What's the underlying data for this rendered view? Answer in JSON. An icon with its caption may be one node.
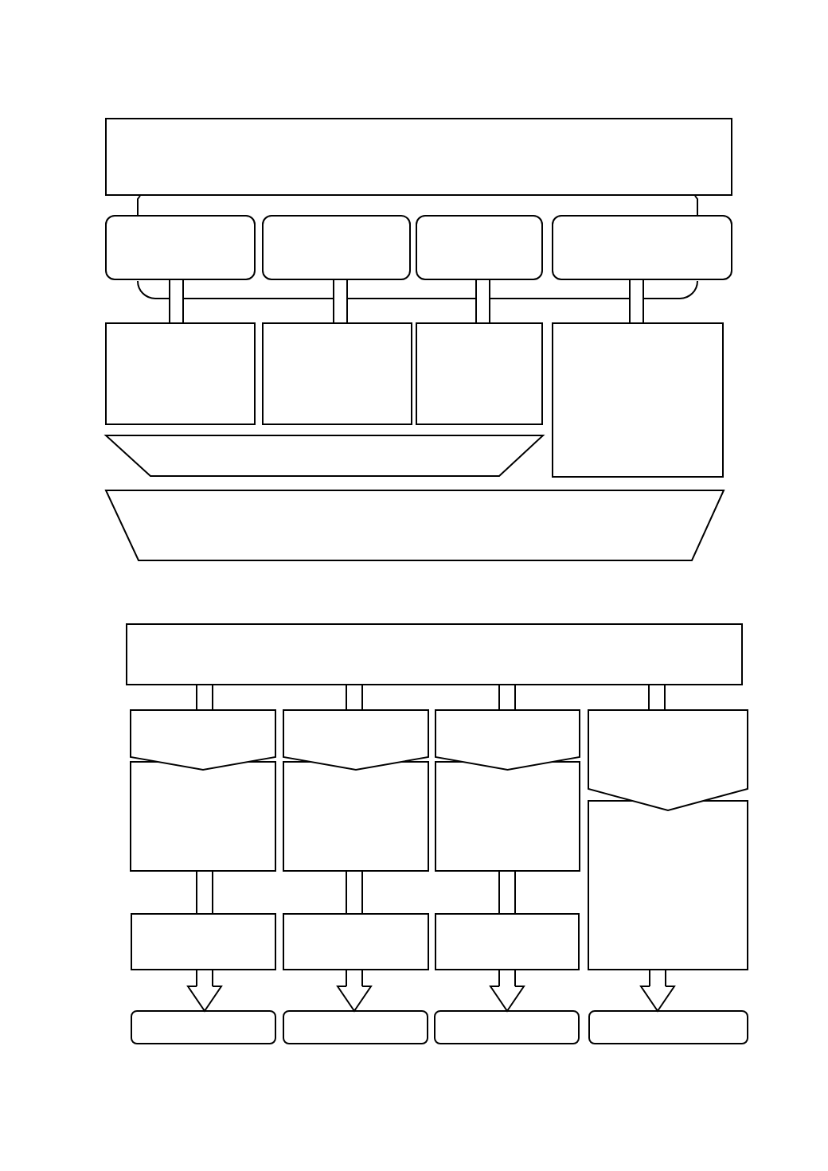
{
  "diagram": {
    "nodes": [
      {
        "text": [],
        "shape": "box"
      },
      {
        "text": [],
        "shape": "box"
      },
      {
        "text": [],
        "shape": "box"
      },
      {
        "text": [],
        "shape": "box"
      },
      {
        "text": [],
        "shape": "box"
      },
      {
        "text": [],
        "shape": "box"
      },
      {
        "text": [],
        "shape": "box"
      },
      {
        "text": [],
        "shape": "box"
      },
      {
        "text": [],
        "shape": "box"
      },
      {
        "text": [],
        "shape": "trapezoid"
      },
      {
        "text": [],
        "shape": "trapezoid"
      },
      {
        "text": [],
        "shape": "box"
      },
      {
        "text": [],
        "shape": "pentagon"
      },
      {
        "text": [],
        "shape": "pentagon"
      },
      {
        "text": [],
        "shape": "pentagon"
      },
      {
        "text": [],
        "shape": "pentagon"
      },
      {
        "text": [],
        "shape": "box"
      },
      {
        "text": [],
        "shape": "box"
      },
      {
        "text": [],
        "shape": "box"
      },
      {
        "text": [],
        "shape": "box"
      },
      {
        "text": [],
        "shape": "box"
      },
      {
        "text": [],
        "shape": "box"
      },
      {
        "text": [],
        "shape": "box"
      },
      {
        "text": [],
        "shape": "box"
      },
      {
        "text": [],
        "shape": "box"
      },
      {
        "text": [],
        "shape": "box"
      },
      {
        "text": [],
        "shape": "box"
      }
    ],
    "edges": [
      {
        "from": 1,
        "to": 5,
        "arrow": "none"
      },
      {
        "from": 2,
        "to": 6,
        "arrow": "none"
      },
      {
        "from": 3,
        "to": 7,
        "arrow": "none"
      },
      {
        "from": 4,
        "to": 8,
        "arrow": "none"
      },
      {
        "from": 11,
        "to": 12,
        "arrow": "none"
      },
      {
        "from": 11,
        "to": 13,
        "arrow": "none"
      },
      {
        "from": 11,
        "to": 14,
        "arrow": "none"
      },
      {
        "from": 11,
        "to": 15,
        "arrow": "none"
      },
      {
        "from": 16,
        "to": 20,
        "arrow": "none"
      },
      {
        "from": 17,
        "to": 21,
        "arrow": "none"
      },
      {
        "from": 18,
        "to": 22,
        "arrow": "none"
      },
      {
        "from": 20,
        "to": 23,
        "arrow": "to"
      },
      {
        "from": 21,
        "to": 24,
        "arrow": "to"
      },
      {
        "from": 22,
        "to": 25,
        "arrow": "to"
      },
      {
        "from": 19,
        "to": 26,
        "arrow": "to"
      }
    ]
  }
}
